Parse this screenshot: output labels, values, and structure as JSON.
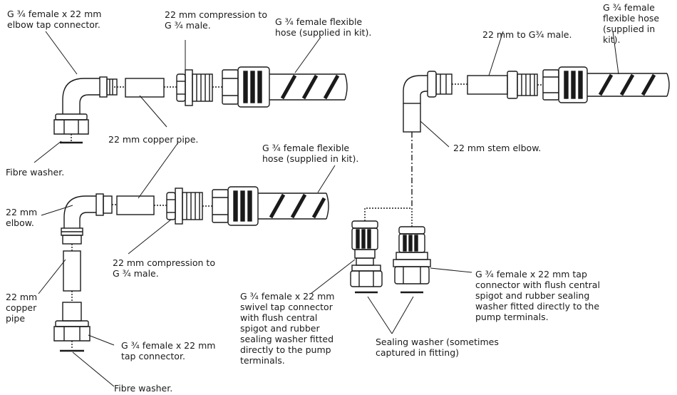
{
  "labels": {
    "elbow_tap_connector": "G ¾ female x 22 mm\nelbow tap connector.",
    "compression_top": "22 mm compression to\nG ¾ male.",
    "flex_hose_top": "G ¾ female flexible\nhose (supplied in kit).",
    "copper_pipe_top": "22 mm copper pipe.",
    "fibre_washer_top": "Fibre washer.",
    "flex_hose_mid": "G ¾ female flexible\nhose (supplied in kit).",
    "elbow_22": "22 mm\nelbow.",
    "compression_bottom": "22 mm compression to\nG ¾ male.",
    "copper_pipe_left": "22 mm\ncopper\npipe",
    "tap_connector_bottom": "G ¾ female x 22 mm\ntap connector.",
    "fibre_washer_bottom": "Fibre washer.",
    "to_g34_male": "22 mm to G¾ male.",
    "flex_hose_right": "G ¾ female\nflexible hose\n(supplied in\nkit).",
    "stem_elbow": "22 mm stem elbow.",
    "swivel_connector": "G ¾ female x 22 mm\nswivel tap connector\nwith flush central\nspigot and rubber\nsealing washer fitted\ndirectly to the pump\nterminals.",
    "sealing_washer": "Sealing washer (sometimes\ncaptured in fitting)",
    "tap_connector_right": "G ¾ female x 22 mm tap\nconnector with flush central\nspigot and rubber sealing\nwasher fitted directly to the\npump terminals."
  }
}
